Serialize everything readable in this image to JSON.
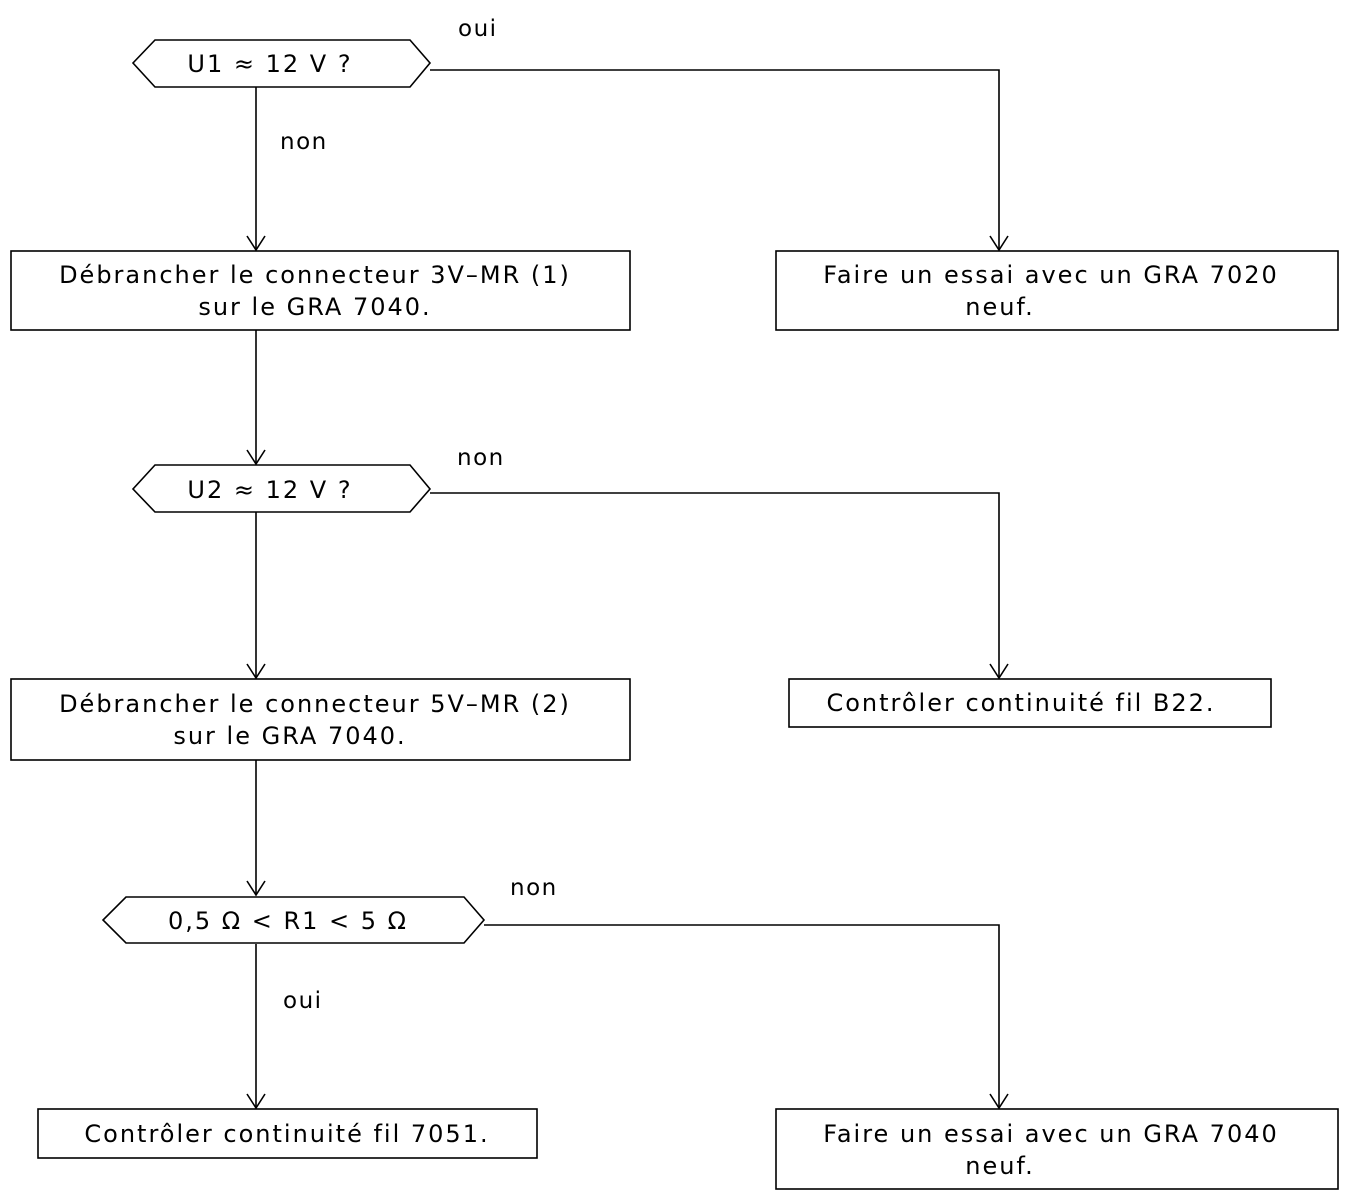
{
  "decisions": {
    "d1": "U1 ≈ 12 V ?",
    "d2": "U2 ≈ 12 V ?",
    "d3": "0,5 Ω < R1 < 5 Ω"
  },
  "boxes": {
    "b1": [
      "Débrancher le connecteur 3V–MR (1)",
      "sur le GRA 7040."
    ],
    "b2": [
      "Faire un essai avec un GRA 7020",
      "neuf."
    ],
    "b3": [
      "Débrancher le connecteur 5V–MR (2)",
      "sur le GRA 7040."
    ],
    "b4": [
      "Contrôler continuité fil B22."
    ],
    "b5": [
      "Contrôler continuité fil 7051."
    ],
    "b6": [
      "Faire un essai avec un GRA 7040",
      "neuf."
    ]
  },
  "edge_labels": {
    "d1_right": "oui",
    "d1_down": "non",
    "d2_right": "non",
    "d3_right": "non",
    "d3_down": "oui"
  },
  "colors": {
    "line": "#000000",
    "background": "#ffffff"
  }
}
